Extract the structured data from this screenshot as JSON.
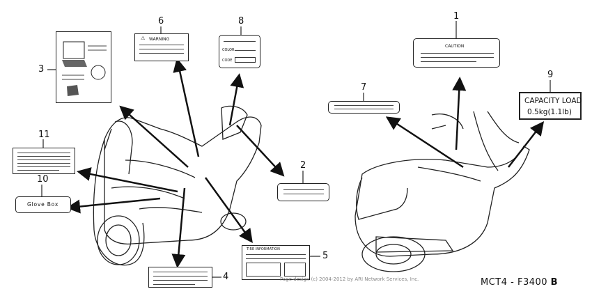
{
  "callouts": [
    "1",
    "2",
    "3",
    "4",
    "5",
    "6",
    "7",
    "8",
    "9",
    "10",
    "11"
  ],
  "labels": {
    "caution": "CAUTION",
    "warning": "WARNING",
    "color": "COLOR",
    "code": "CODE",
    "capacity_line1": "CAPACITY LOAD",
    "capacity_line2": "0.5kg(1.1lb)",
    "glove_box": "Glove Box",
    "tire_information": "TIRE INFORMATION"
  },
  "copyright": "Page design (c) 2004-2012 by ARI Network Services, Inc.",
  "diagram_code": "MCT4 - F3400",
  "diagram_code_suffix": "B"
}
